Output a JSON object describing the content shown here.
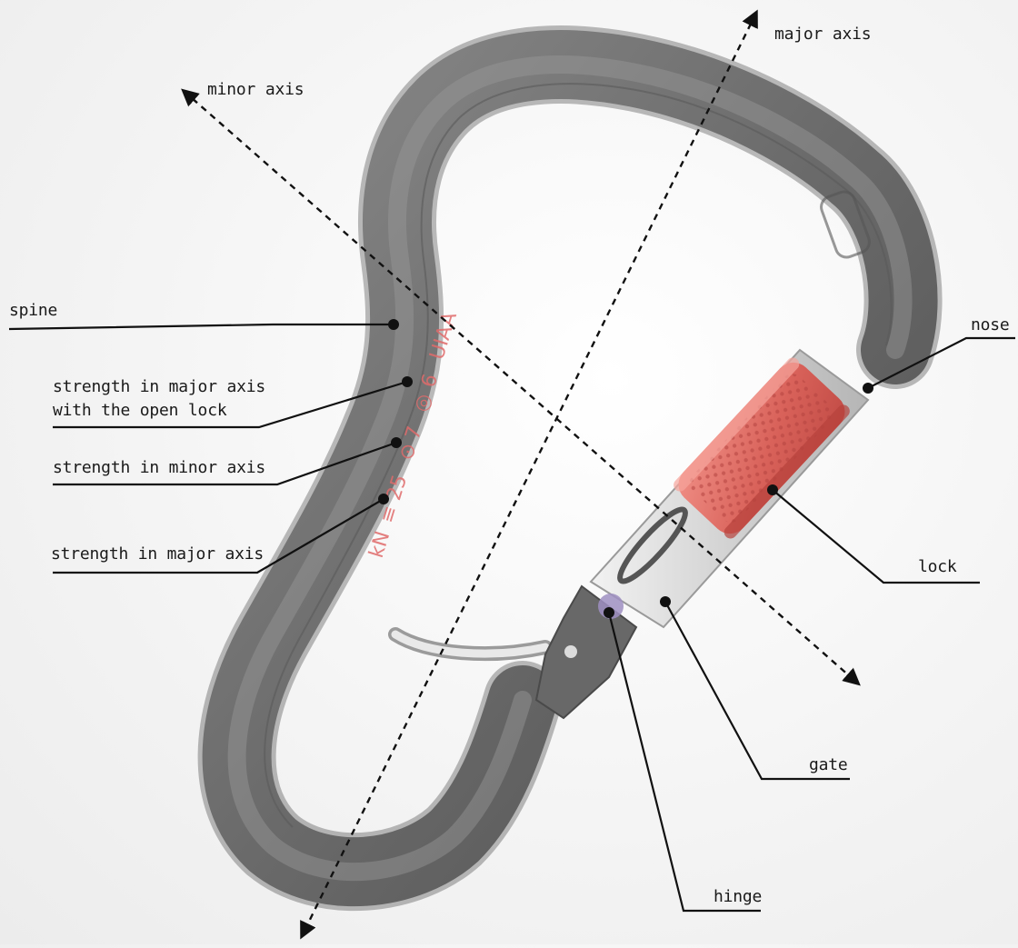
{
  "labels": {
    "major_axis": "major axis",
    "minor_axis": "minor axis",
    "spine": "spine",
    "strength_major_open_line1": "strength in major axis",
    "strength_major_open_line2": "with the open lock",
    "strength_minor": "strength in minor axis",
    "strength_major": "strength in major axis",
    "nose": "nose",
    "lock": "lock",
    "gate": "gate",
    "hinge": "hinge"
  },
  "spine_stamp": {
    "kn": "kN",
    "major": "25",
    "minor": "7",
    "open": "6",
    "brand": "UIAA"
  },
  "colors": {
    "frame": "#6f6f6f",
    "lock": "#e27a74",
    "gate": "#d8d8d8",
    "stamp": "#e06b6b"
  }
}
